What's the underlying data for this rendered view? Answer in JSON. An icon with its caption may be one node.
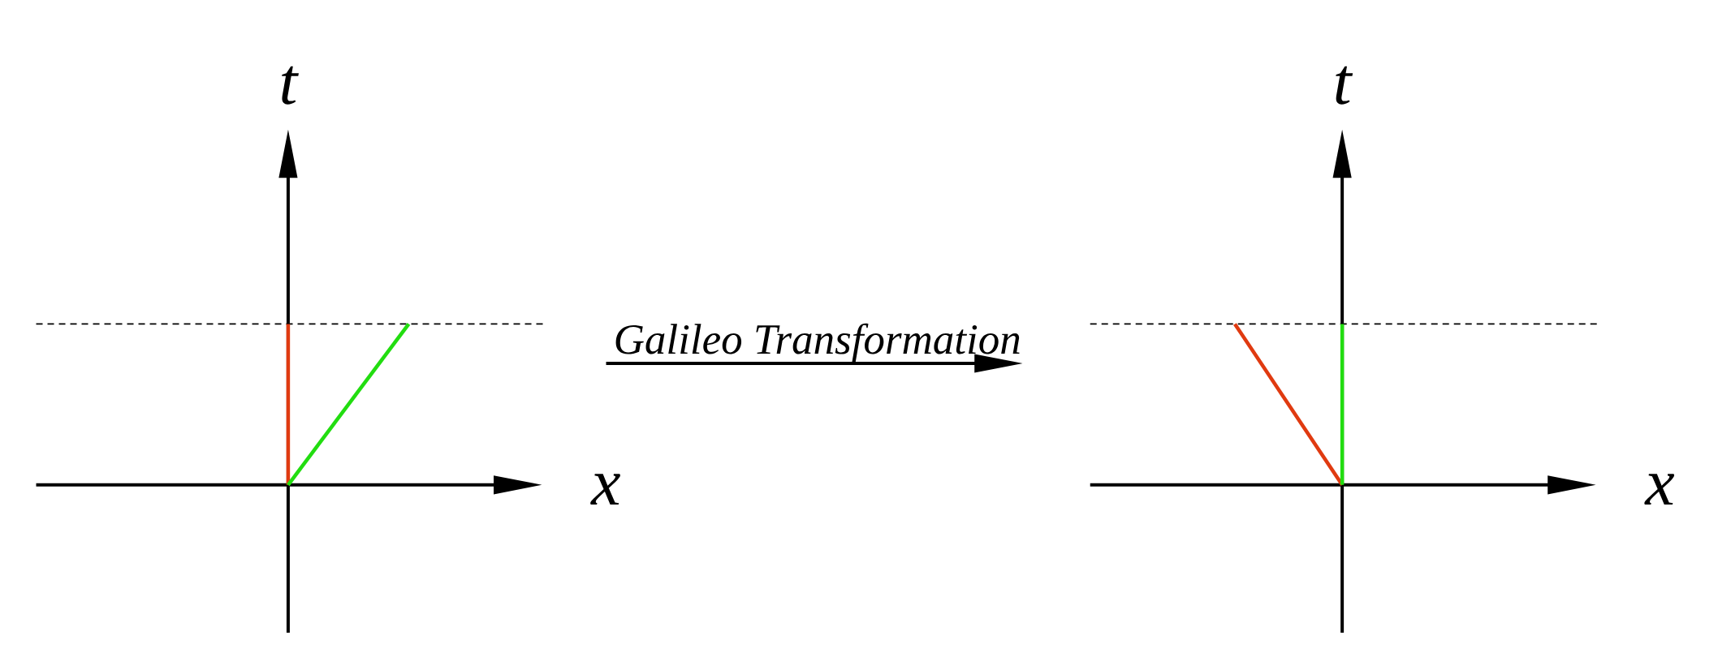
{
  "diagram": {
    "nodes": [
      {
        "text": [],
        "shape": "picture"
      },
      {
        "text": [],
        "shape": "picture"
      }
    ],
    "edges": [
      {
        "from": 0,
        "to": 1,
        "arrow": "to",
        "label": "Galileo Transformation"
      }
    ],
    "labels": [
      "t",
      "x",
      "t",
      "x"
    ]
  }
}
